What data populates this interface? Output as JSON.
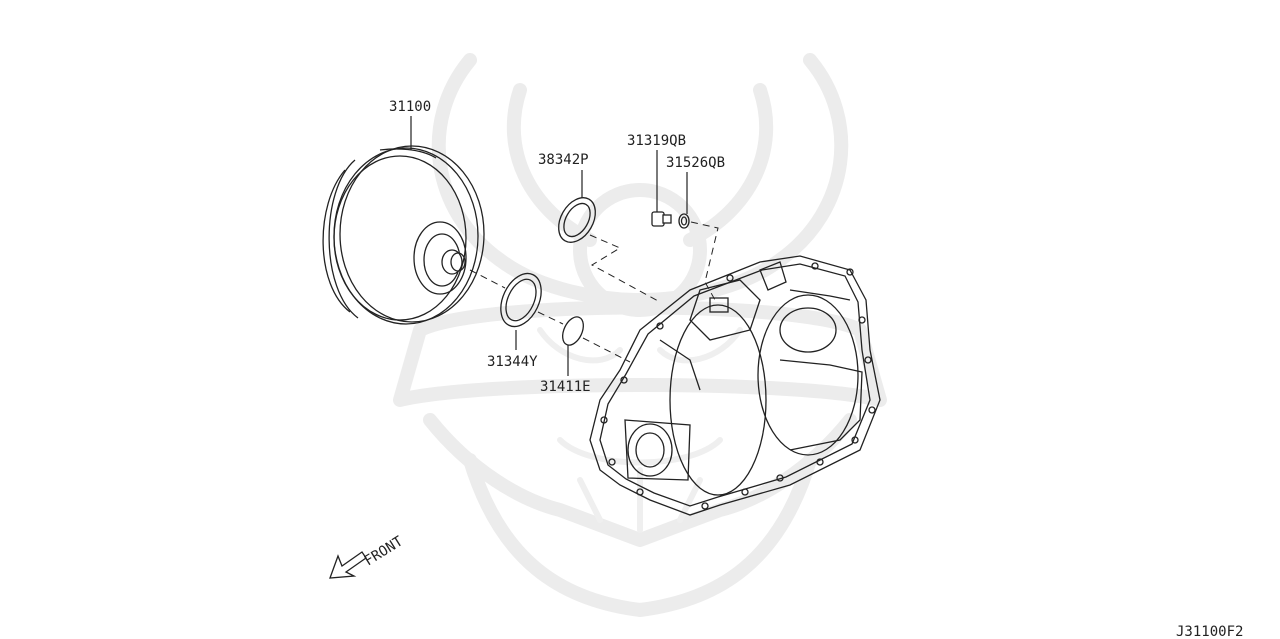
{
  "parts": {
    "torque_converter": "31100",
    "oil_seal_small": "38342P",
    "bolt": "31319QB",
    "washer": "31526QB",
    "oil_seal_large": "31344Y",
    "o_ring": "31411E"
  },
  "direction_label": "FRONT",
  "diagram_code": "J31100F2",
  "watermark_icon": "samurai-helmet-icon"
}
